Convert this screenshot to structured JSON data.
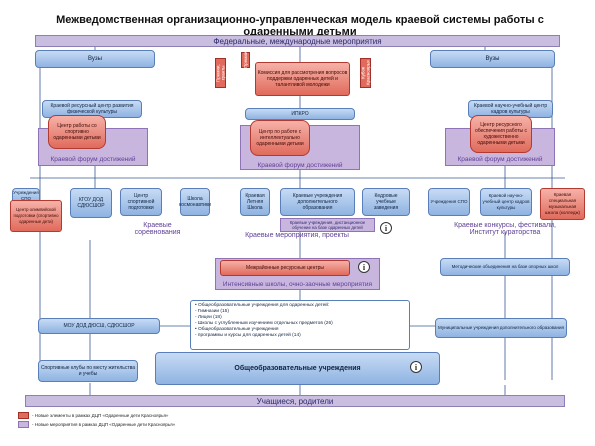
{
  "title": "Межведомственная организационно-управленческая модель краевой системы работы с одаренными детьми",
  "top_band": "Федеральные, международные мероприятия",
  "bottom_band": "Учащиеся, родители",
  "vuzy_left": "Вузы",
  "vuzy_right": "Вузы",
  "commission": "Комиссия для рассмотрения вопросов поддержки одаренных детей и талантливой молодежи",
  "v_left_1": "Премии, гранты",
  "v_left_2": "Премии",
  "v_right": "Кубок Красноярья",
  "left_center_title": "Краевой ресурсный центр развития физической культуры",
  "left_center_red": "Центр работы со спортивно одаренными детьми",
  "left_forum": "Краевой форум достижений",
  "mid_center_title": "ИПКРО",
  "mid_center_red": "Центр по работе с интеллектуально одаренными детьми",
  "mid_forum": "Краевой форум достижений",
  "right_center_title": "Краевой научно-учебный центр кадров культуры",
  "right_center_red": "Центр ресурсного обеспечения работы с художественно одаренными детьми",
  "right_forum": "Краевой форум достижений",
  "row": {
    "uchrezhdeniya_spo": "Учреждения СПО",
    "center_olimp": "Центр олимпийской подготовки (спортивно одаренные дети)",
    "kduod": "КГОУ ДОД СДЮСШОР",
    "center_sport": "Центр спортивной подготовки",
    "shkoly_kosmonavtiki": "Школа космонавтики",
    "kraevaya_shkola": "Краевая Летняя Школа",
    "kraevye_dop": "Краевые учреждения дополнительного образования",
    "kedrovye": "Кедровые учебные заведения",
    "uchrezhdeniya_spo_r": "Учреждения СПО",
    "kraevoy_nauchno": "Краевой научно-учебный центр кадров культуры",
    "kraevaya_shkola_r": "Краевая специальная музыкальная школа (колледж)",
    "virtual": "Краевые учреждения, дистанционное обучение на базе одаренных детей"
  },
  "label_sport": "Краевые соревнования",
  "label_intellect": "Краевые мероприятия, проекты",
  "label_art": "Краевые конкурсы, фестивали, Институт кураторства",
  "resource_centers": "Межрайонные ресурсные центры",
  "intensive": "Интенсивные школы, очно-заочные мероприятия",
  "methodic": "Методические объединения на базе опорных школ",
  "schools_list": {
    "l1": "• Общеобразовательные учреждения для одаренных детей:",
    "l2": "- Гимназии (15)",
    "l3": "- Лицеи (18)",
    "l4": "- Школы с углубленным изучением отдельных предметов (26)",
    "l5": "• Общеобразовательные учреждения",
    "l6": "- программы и курсы для одаренных детей (14)"
  },
  "mou": "МОУ ДОД ДЮСШ, СДЮСШОР",
  "municipal": "Муниципальные учреждения дополнительного образования",
  "sport_clubs": "Спортивные клубы по месту жительства и учебы",
  "general_schools": "Общеобразовательные учреждения",
  "legend": {
    "item1": "- Новые элементы в рамках ДЦП «Одаренные дети Красноярья»",
    "item2": "- Новые мероприятия в рамках ДЦП «Одаренные дети Красноярья»"
  },
  "info_glyph": "i",
  "colors": {
    "band": "#c9bedf",
    "blue": "#8fb3e2",
    "red": "#e06b5c",
    "violet": "#c9b6df"
  }
}
